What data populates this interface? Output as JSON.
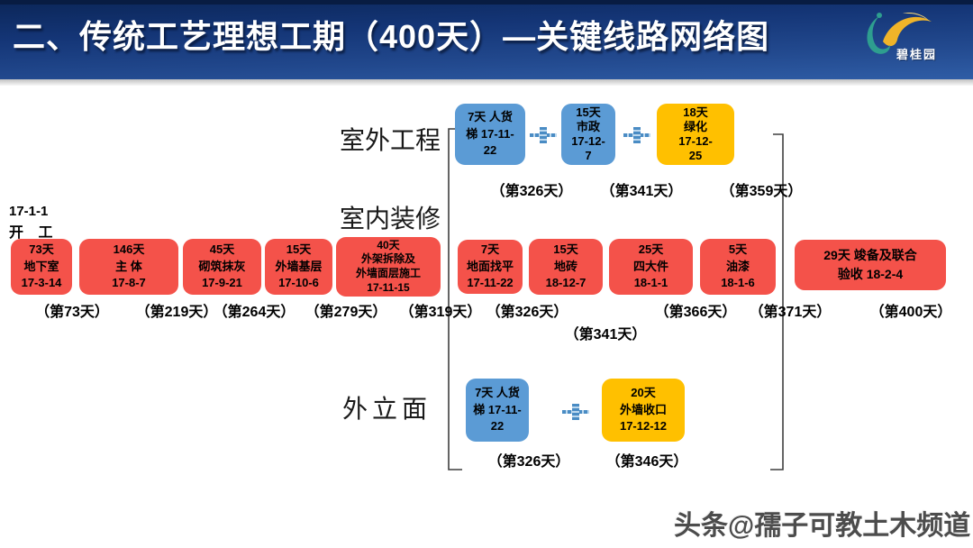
{
  "header": {
    "title": "二、传统工艺理想工期（400天）—关键线路网络图",
    "logo_text": "碧桂园"
  },
  "start_node": {
    "date": "17-1-1",
    "label": "开 工"
  },
  "sections": {
    "outdoor": {
      "label": "室外工程",
      "boxes": [
        {
          "text": "7天 人货\n梯 17-11-\n22",
          "color": "blue"
        },
        {
          "text": "15天\n市政\n17-12-\n7",
          "color": "blue"
        },
        {
          "text": "18天\n绿化\n17-12-\n25",
          "color": "yellow"
        }
      ],
      "day_marks": [
        "（第326天）",
        "（第341天）",
        "（第359天）"
      ]
    },
    "interior": {
      "label": "室内装修",
      "boxes": [
        {
          "text": "73天\n地下室\n17-3-14",
          "color": "red"
        },
        {
          "text": "146天\n主 体\n17-8-7",
          "color": "red"
        },
        {
          "text": "45天\n砌筑抹灰\n17-9-21",
          "color": "red"
        },
        {
          "text": "15天\n外墙基层\n17-10-6",
          "color": "red"
        },
        {
          "text": "40天\n外架拆除及\n外墙面层施工\n17-11-15",
          "color": "red"
        },
        {
          "text": "7天\n地面找平\n17-11-22",
          "color": "red"
        },
        {
          "text": "15天\n地砖\n18-12-7",
          "color": "red"
        },
        {
          "text": "25天\n四大件\n18-1-1",
          "color": "red"
        },
        {
          "text": "5天\n油漆\n18-1-6",
          "color": "red"
        },
        {
          "text": "29天 竣备及联合\n验收 18-2-4",
          "color": "red"
        }
      ],
      "day_marks": [
        "（第73天）",
        "（第219天）",
        "（第264天）",
        "（第279天）",
        "（第319天）",
        "（第326天）",
        "（第366天）",
        "（第371天）",
        "（第400天）"
      ],
      "day_mark_overflow": "（第341天）"
    },
    "facade": {
      "label": "外立面",
      "boxes": [
        {
          "text": "7天 人货\n梯 17-11-\n22",
          "color": "blue"
        },
        {
          "text": "20天\n外墙收口\n17-12-12",
          "color": "yellow"
        }
      ],
      "day_marks": [
        "（第326天）",
        "（第346天）"
      ]
    }
  },
  "watermark": "头条@孺子可教土木频道",
  "colors": {
    "header_blue": "#16387a",
    "task_red": "#f4524a",
    "task_blue": "#5b9bd5",
    "task_yellow": "#ffc000"
  }
}
